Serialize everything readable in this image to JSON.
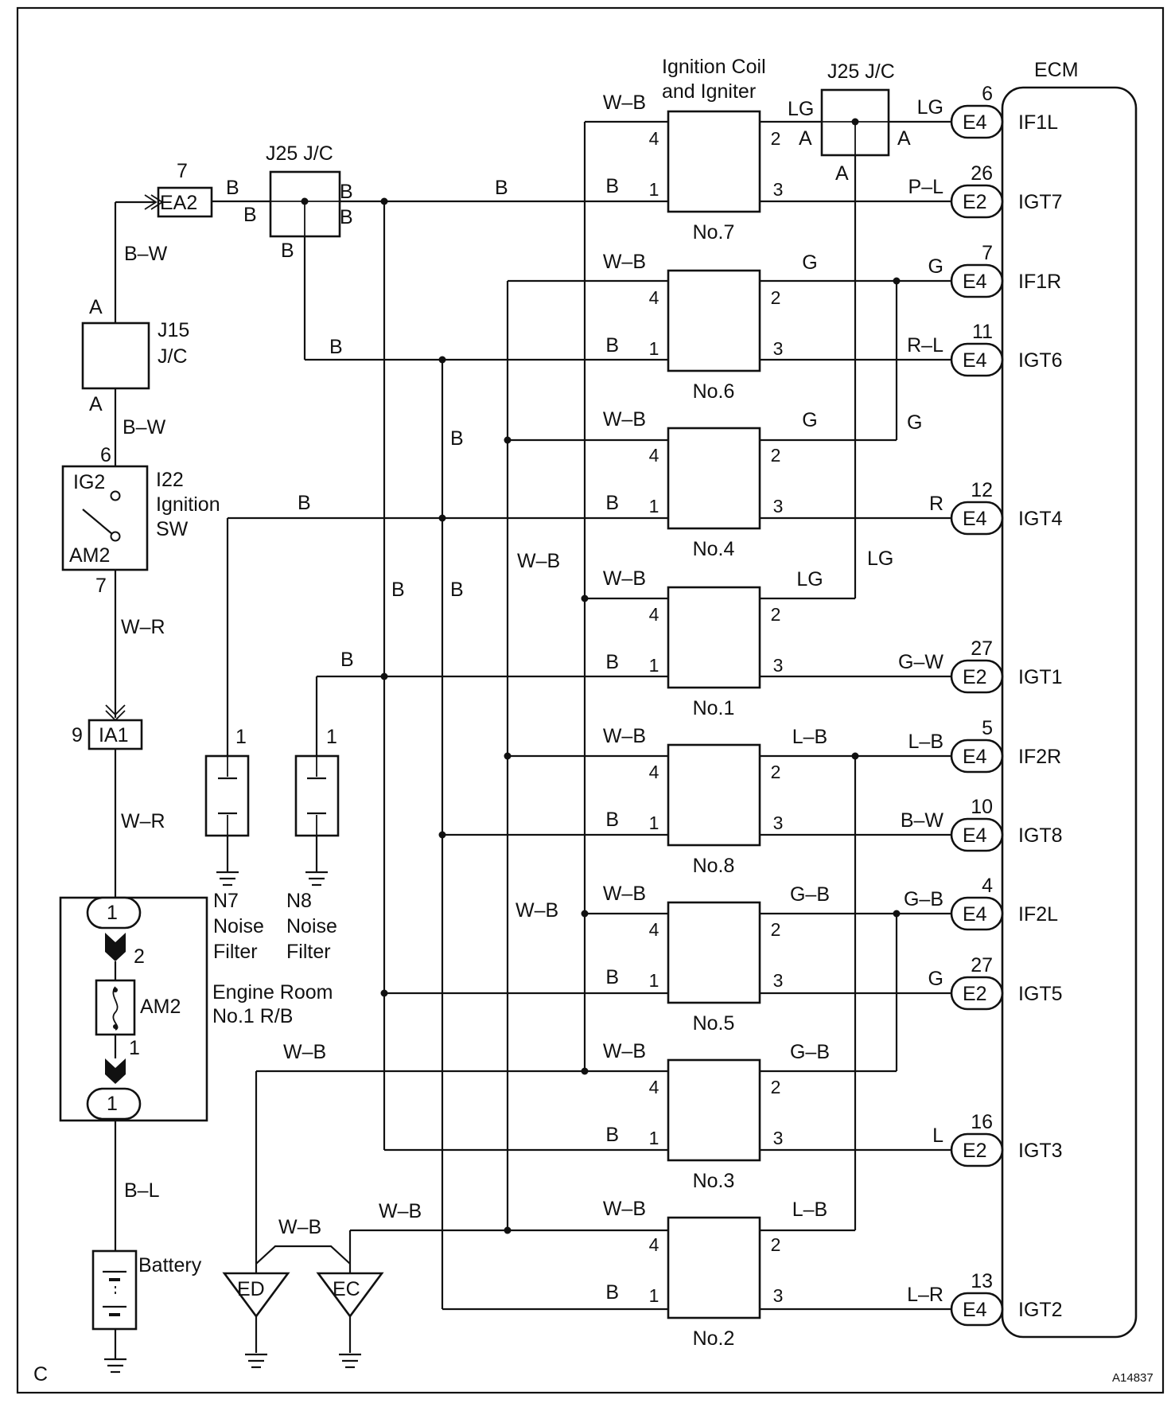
{
  "corner_label": "C",
  "figure_id": "A14837",
  "ecm": {
    "title": "ECM",
    "pins": [
      {
        "name": "IF1L",
        "conn": "E4",
        "num": "6",
        "wire": "LG"
      },
      {
        "name": "IGT7",
        "conn": "E2",
        "num": "26",
        "wire": "P–L"
      },
      {
        "name": "IF1R",
        "conn": "E4",
        "num": "7",
        "wire": "G"
      },
      {
        "name": "IGT6",
        "conn": "E4",
        "num": "11",
        "wire": "R–L"
      },
      {
        "name": "IGT4",
        "conn": "E4",
        "num": "12",
        "wire": "R"
      },
      {
        "name": "IGT1",
        "conn": "E2",
        "num": "27",
        "wire": "G–W"
      },
      {
        "name": "IF2R",
        "conn": "E4",
        "num": "5",
        "wire": "L–B"
      },
      {
        "name": "IGT8",
        "conn": "E4",
        "num": "10",
        "wire": "B–W"
      },
      {
        "name": "IF2L",
        "conn": "E4",
        "num": "4",
        "wire": "G–B"
      },
      {
        "name": "IGT5",
        "conn": "E2",
        "num": "27",
        "wire": "G"
      },
      {
        "name": "IGT3",
        "conn": "E2",
        "num": "16",
        "wire": "L"
      },
      {
        "name": "IGT2",
        "conn": "E4",
        "num": "13",
        "wire": "L–R"
      }
    ]
  },
  "coil_title_1": "Ignition Coil",
  "coil_title_2": "and Igniter",
  "coils": [
    {
      "name": "No.7",
      "in4": "W–B",
      "in1": "B",
      "out2": "LG"
    },
    {
      "name": "No.6",
      "in4": "W–B",
      "in1": "B",
      "out2": "G"
    },
    {
      "name": "No.4",
      "in4": "W–B",
      "in1": "B",
      "out2": "G"
    },
    {
      "name": "No.1",
      "in4": "W–B",
      "in1": "B",
      "out2": "LG"
    },
    {
      "name": "No.8",
      "in4": "W–B",
      "in1": "B",
      "out2": "L–B"
    },
    {
      "name": "No.5",
      "in4": "W–B",
      "in1": "B",
      "out2": "G–B"
    },
    {
      "name": "No.3",
      "in4": "W–B",
      "in1": "B",
      "out2": "G–B"
    },
    {
      "name": "No.2",
      "in4": "W–B",
      "in1": "B",
      "out2": "L–B"
    }
  ],
  "pin_numbers": {
    "p1": "1",
    "p2": "2",
    "p3": "3",
    "p4": "4"
  },
  "j25_top": {
    "title": "J25 J/C",
    "pinA": "A"
  },
  "j25_left": {
    "title": "J25 J/C",
    "pinB": "B"
  },
  "j15": {
    "title1": "J15",
    "title2": "J/C",
    "pinA": "A"
  },
  "ea2": {
    "label": "EA2",
    "num": "7"
  },
  "ia1": {
    "label": "IA1",
    "num": "9"
  },
  "ignition_sw": {
    "code": "I22",
    "name1": "Ignition",
    "name2": "SW",
    "ig2": "IG2",
    "am2": "AM2",
    "pin6": "6",
    "pin7": "7"
  },
  "filters": [
    {
      "code": "N7",
      "name1": "Noise",
      "name2": "Filter",
      "pin": "1"
    },
    {
      "code": "N8",
      "name1": "Noise",
      "name2": "Filter",
      "pin": "1"
    }
  ],
  "rb": {
    "name1": "Engine Room",
    "name2": "No.1 R/B",
    "fuse": "AM2",
    "pin_top": "1",
    "pin_bottom": "1",
    "num2": "2",
    "num1": "1"
  },
  "battery": "Battery",
  "grounds": {
    "ed": "ED",
    "ec": "EC"
  },
  "wire_colors": {
    "bw": "B–W",
    "wr": "W–R",
    "bl": "B–L",
    "b": "B",
    "wb": "W–B",
    "lg": "LG",
    "g": "G",
    "r": "R",
    "lb": "L–B",
    "gb": "G–B"
  }
}
